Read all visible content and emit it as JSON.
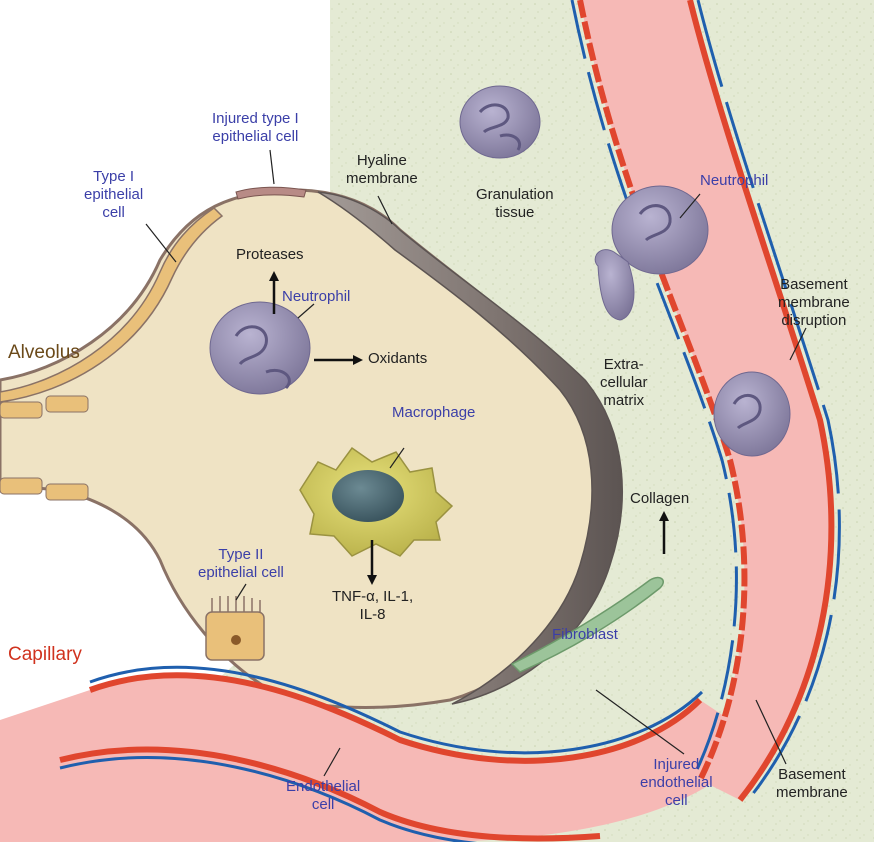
{
  "labels": {
    "alveolus": "Alveolus",
    "capillary": "Capillary",
    "type1_cell": "Type I\nepithelial\ncell",
    "injured_type1": "Injured type I\nepithelial cell",
    "hyaline": "Hyaline\nmembrane",
    "granulation": "Granulation\ntissue",
    "neutrophil_vessel": "Neutrophil",
    "neutrophil_alveolus": "Neutrophil",
    "proteases": "Proteases",
    "oxidants": "Oxidants",
    "macrophage": "Macrophage",
    "cytokines": "TNF-α, IL-1,\nIL-8",
    "type2_cell": "Type II\nepithelial cell",
    "extracellular": "Extra-\ncellular\nmatrix",
    "collagen": "Collagen",
    "fibroblast": "Fibroblast",
    "bm_disruption": "Basement\nmembrane\ndisruption",
    "basement_membrane": "Basement\nmembrane",
    "injured_endothelial": "Injured\nendothelial\ncell",
    "endothelial": "Endothelial\ncell"
  },
  "colors": {
    "interstitium": "#e4ead4",
    "alveolar_space": "#efe3c4",
    "hyaline": "#8a7f7a",
    "vessel": "#f6b9b6",
    "vessel_wall": "#e0462e",
    "basement": "#1f5fae",
    "neutrophil": "#9a93b6",
    "macrophage": "#d6cf62",
    "fibroblast": "#9cc49a",
    "type1": "#e9c07a",
    "label_blue": "#3b3fa8",
    "label_alveolus": "#6b4a1a",
    "label_capillary": "#d0321e"
  }
}
